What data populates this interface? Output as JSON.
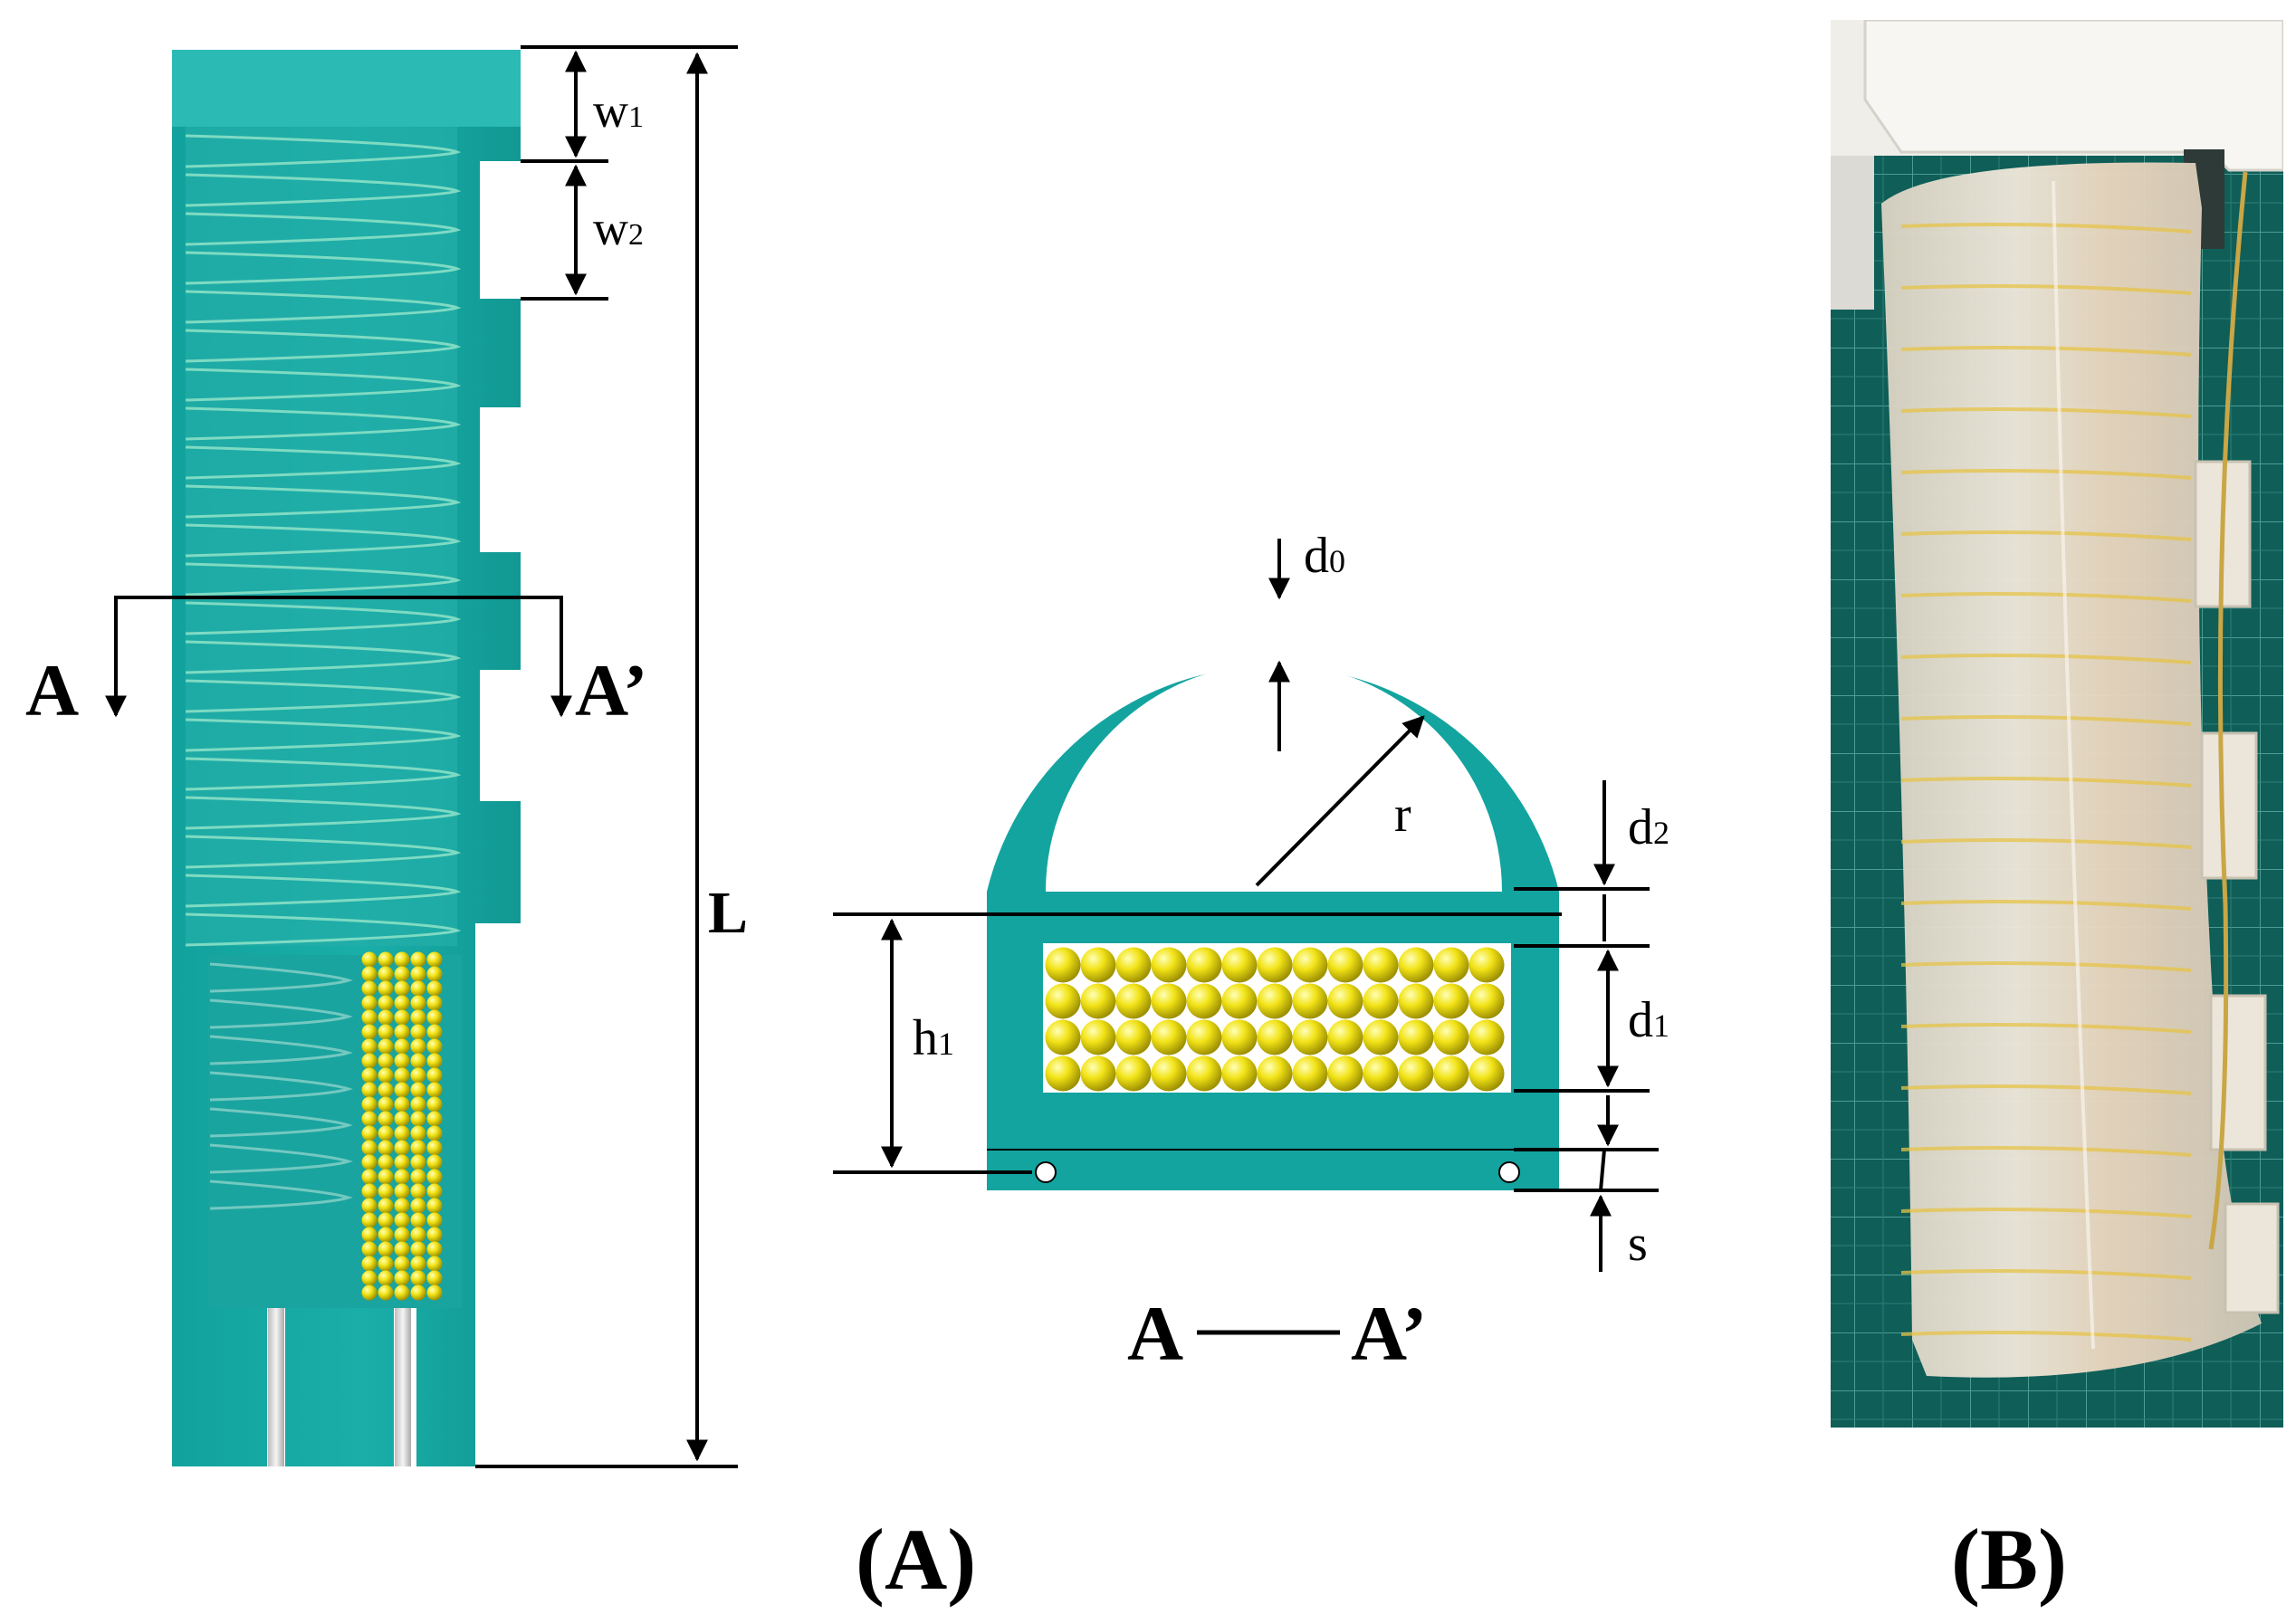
{
  "panel_labels": {
    "a": "(A)",
    "b": "(B)"
  },
  "side_view": {
    "section_left": "A",
    "section_right": "A’",
    "dim_w1": {
      "main": "w",
      "sub": "1"
    },
    "dim_w2": {
      "main": "w",
      "sub": "2"
    },
    "dim_L": "L"
  },
  "cross_section": {
    "title_left": "A",
    "title_right": "A’",
    "dim_d0": {
      "main": "d",
      "sub": "0"
    },
    "dim_r": "r",
    "dim_d2": {
      "main": "d",
      "sub": "2"
    },
    "dim_h1": {
      "main": "h",
      "sub": "1"
    },
    "dim_d1": {
      "main": "d",
      "sub": "1"
    },
    "dim_s": "s"
  },
  "colors": {
    "teal": "#14a5a0",
    "teal_dark": "#0f8f8a",
    "teal_light": "#3fc4bd",
    "particle": "#f2e317",
    "particle_shade": "#a89c00",
    "mat_green": "#0e5a55"
  }
}
